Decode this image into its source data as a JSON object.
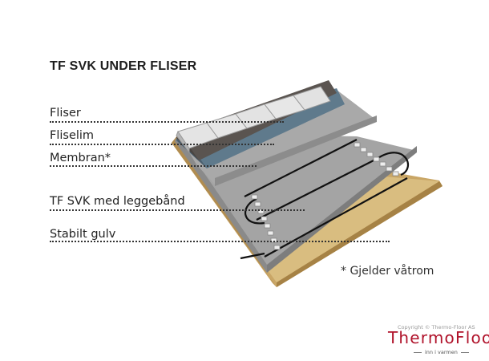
{
  "title": "TF SVK UNDER FLISER",
  "layers": [
    {
      "label": "Fliser"
    },
    {
      "label": "Fliselim"
    },
    {
      "label": "Membran*"
    },
    {
      "label": "TF SVK med leggebånd"
    },
    {
      "label": "Stabilt gulv"
    }
  ],
  "footnote": "* Gjelder våtrom",
  "brand": {
    "copyright": "Copyright © Thermo-Floor AS",
    "name": "ThermoFloor",
    "tagline": "inn i varmen",
    "color": "#b0122a"
  },
  "colors": {
    "tile": "#e3e3e3",
    "adhesive": "#5a5450",
    "membrane": "#5f7a8c",
    "screed": "#a3a3a3",
    "board": "#d8b878"
  }
}
